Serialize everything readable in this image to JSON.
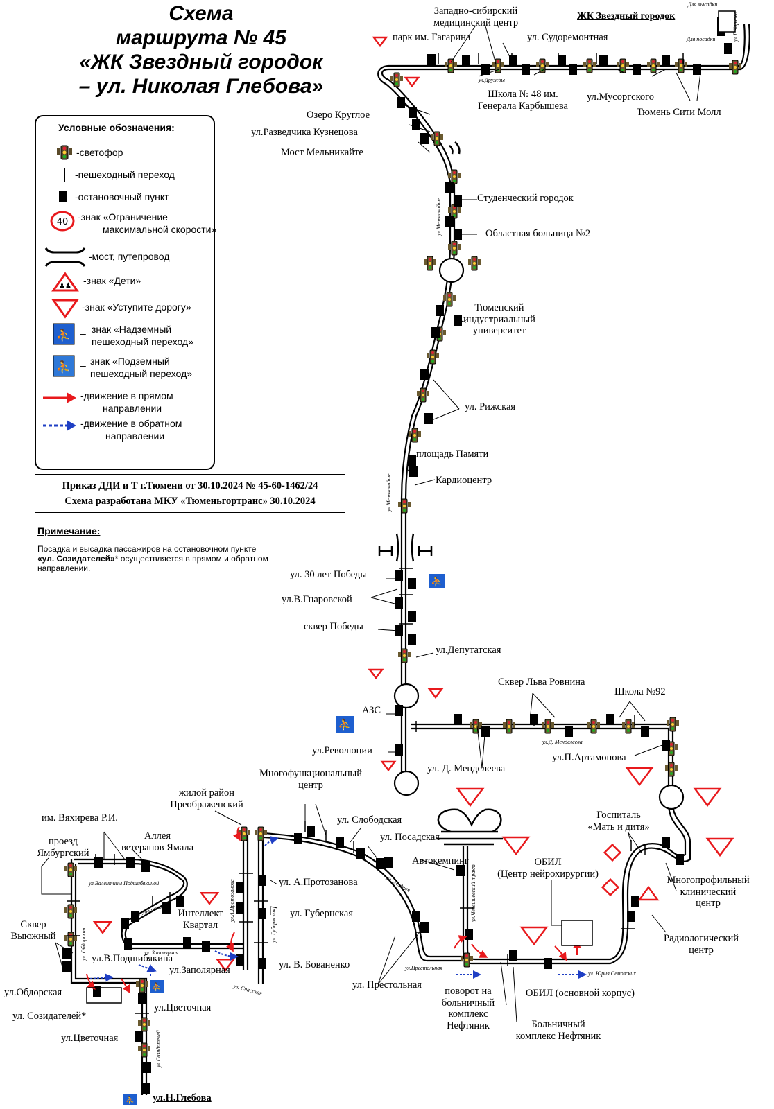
{
  "title": {
    "line1": "Схема",
    "line2": "маршрута № 45",
    "line3": "«ЖК Звездный городок",
    "line4": "– ул. Николая Глебова»"
  },
  "legend": {
    "heading": "Условные обозначения:",
    "items": [
      {
        "icon": "traffic-light-icon",
        "text": "-светофор"
      },
      {
        "icon": "pedestrian-crossing-icon",
        "text": "-пешеходный переход"
      },
      {
        "icon": "bus-stop-icon",
        "text": "-остановочный пункт"
      },
      {
        "icon": "speed-limit-icon",
        "text": "-знак «Ограничение",
        "text2": "максимальной скорости»",
        "speed": "40"
      },
      {
        "icon": "bridge-icon",
        "text": "-мост, путепровод"
      },
      {
        "icon": "children-sign-icon",
        "text": "-знак «Дети»"
      },
      {
        "icon": "yield-sign-icon",
        "text": "-знак «Уступите дорогу»"
      },
      {
        "icon": "overpass-crossing-icon",
        "text": "знак «Надземный",
        "text2": "пешеходный переход»"
      },
      {
        "icon": "underpass-crossing-icon",
        "text": "знак «Подземный",
        "text2": "пешеходный переход»"
      },
      {
        "icon": "forward-arrow-icon",
        "text": "-движение в прямом",
        "text2": "направлении"
      },
      {
        "icon": "backward-arrow-icon",
        "text": "-движение в обратном",
        "text2": "направлении"
      }
    ]
  },
  "order": {
    "line1": "Приказ ДДИ и Т г.Тюмени от 30.10.2024 № 45-60-1462/24",
    "line2": "Схема разработана МКУ «Тюменьгортранс» 30.10.2024"
  },
  "note": {
    "title": "Примечание:",
    "text_before": "Посадка и высадка пассажиров на остановочном пункте",
    "text_bold": "«ул. Созидателей»",
    "text_after": "* осуществляется в прямом и обратном направлении."
  },
  "colors": {
    "forward": "#e8191c",
    "backward": "#1f3fc4",
    "sign_blue": "#1e5fcf",
    "yield_red": "#e8191c"
  },
  "labels": {
    "zhk": "ЖК Звездный городок",
    "dlya_vysadki": "Для высадки",
    "dlya_posadki": "Для посадки",
    "ul_charkova": "ул.Г.Чаркова",
    "zapsib": "Западно-сибирский",
    "med_center": "медицинский центр",
    "park": "парк им. Гагарина",
    "sudoremont": "ул. Судоремонтная",
    "druzhby": "ул.Дружбы",
    "school48_1": "Школа № 48 им.",
    "school48_2": "Генерала Карбышева",
    "musorgsky": "ул.Мусоргского",
    "city_mall": "Тюмень Сити Молл",
    "ozero": "Озеро Круглое",
    "kuznetsova": "ул.Разведчика Кузнецова",
    "most": "Мост Мельникайте",
    "melnikaite": "ул.Мельникайте",
    "student": "Студенческий городок",
    "hospital2": "Областная больница №2",
    "tiu1": "Тюменский",
    "tiu2": "индустриальный",
    "tiu3": "университет",
    "rizhskaya": "ул. Рижская",
    "pamyat": "площадь Памяти",
    "cardio": "Кардиоцентр",
    "let30": "ул. 30 лет Победы",
    "gnarovskoy": "ул.В.Гнаровской",
    "skver_pobedy": "сквер Победы",
    "deputatskaya": "ул.Депутатская",
    "azs": "АЗС",
    "revolution": "ул.Революции",
    "rovnin": "Сквер Льва Ровнина",
    "school92": "Школа №92",
    "mendeleeva_street": "ул.Д. Менделеева",
    "mendeleeva": "ул. Д. Менделеева",
    "artamonova": "ул.П.Артамонова",
    "mfc1": "Многофункциональный",
    "mfc2": "центр",
    "preobr1": "жилой район",
    "preobr2": "Преображенский",
    "slobodskaya": "ул. Слободская",
    "posadskaya": "ул. Посадская",
    "uezdnaya": "ул. Уездная",
    "autocamp": "Автокемпинг",
    "obil1": "ОБИЛ",
    "obil2": "(Центр нейрохирургии)",
    "gospital1": "Госпиталь",
    "gospital2": "«Мать и дитя»",
    "mkc1": "Многопрофильный",
    "mkc2": "клинический",
    "mkc3": "центр",
    "radio1": "Радиологический",
    "radio2": "центр",
    "obil_main": "ОБИЛ (основной корпус)",
    "hospital_complex1": "Больничный",
    "hospital_complex2": "комплекс Нефтяник",
    "turn1": "поворот на",
    "turn2": "больничный",
    "turn3": "комплекс",
    "turn4": "Нефтяник",
    "prestolnaya": "ул. Престольная",
    "prestolnaya_street": "ул.Престольная",
    "chervish": "ул.Червишевский тракт",
    "yuria_sem": "ул. Юрия Семовских",
    "vyakhireva": "им. Вяхирева Р.И.",
    "alleya1": "Аллея",
    "alleya2": "ветеранов Ямала",
    "yamburg1": "проезд",
    "yamburg2": "Ямбургский",
    "podshivalova_street": "ул.Валентины Подшибякиной",
    "intellekt1": "Интеллект",
    "intellekt2": "Квартал",
    "vyuzhnaya_street": "ул.Вьюжная",
    "skver_vyuzh1": "Сквер",
    "skver_vyuzh2": "Выюжный",
    "obdorskaya_street": "ул. Обдорская",
    "podshivalova": "ул.В.Подшибякина",
    "zapolyarnaya_street": "ул. Заполярная",
    "zapolyarnaya": "ул.Заполярная",
    "protazanova_street": "ул.А.Протозанова",
    "protazanova": "ул. А.Протозанова",
    "gubernskaya_street": "ул. Губернская",
    "gubernskaya": "ул. Губернская",
    "bovanenko": "ул. В. Бованенко",
    "spasskaya": "ул. Спасская",
    "obdorskaya": "ул.Обдорская",
    "sozidateley": "ул. Созидателей*",
    "tsvetochnaya1": "ул.Цветочная",
    "tsvetochnaya2": "ул.Цветочная",
    "sozid_street": "ул.Созидателей",
    "glebova": "ул.Н.Глебова"
  }
}
